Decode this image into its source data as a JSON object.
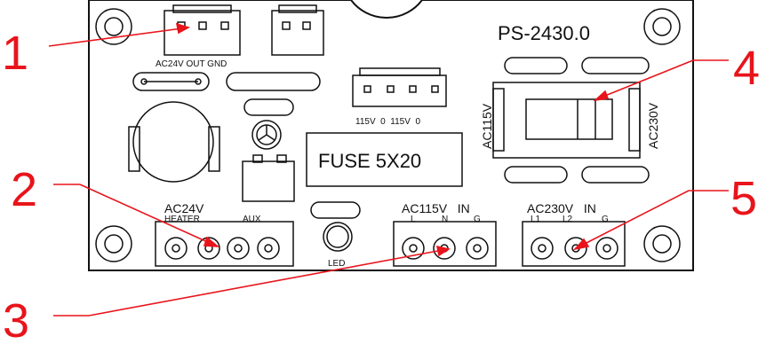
{
  "board": {
    "model": "PS-2430.0",
    "fuse_label": "FUSE 5X20",
    "connector_top_left_label": "AC24V OUT GND",
    "connector_top_mid_label": "115V  0  115V  0",
    "switch_left_label": "AC115V",
    "switch_right_label": "AC230V",
    "heater_title": "AC24V",
    "heater_sub1": "HEATER",
    "heater_sub2": "AUX",
    "input115_title": "AC115V   IN",
    "input115_l": "L",
    "input115_n": "N",
    "input115_g": "G",
    "input230_title": "AC230V   IN",
    "input230_l1": "L1",
    "input230_l2": "L2",
    "input230_g": "G",
    "led_label": "LED"
  },
  "callouts": [
    "1",
    "2",
    "3",
    "4",
    "5"
  ],
  "colors": {
    "callout": "#e8141b",
    "outline": "#111111"
  }
}
